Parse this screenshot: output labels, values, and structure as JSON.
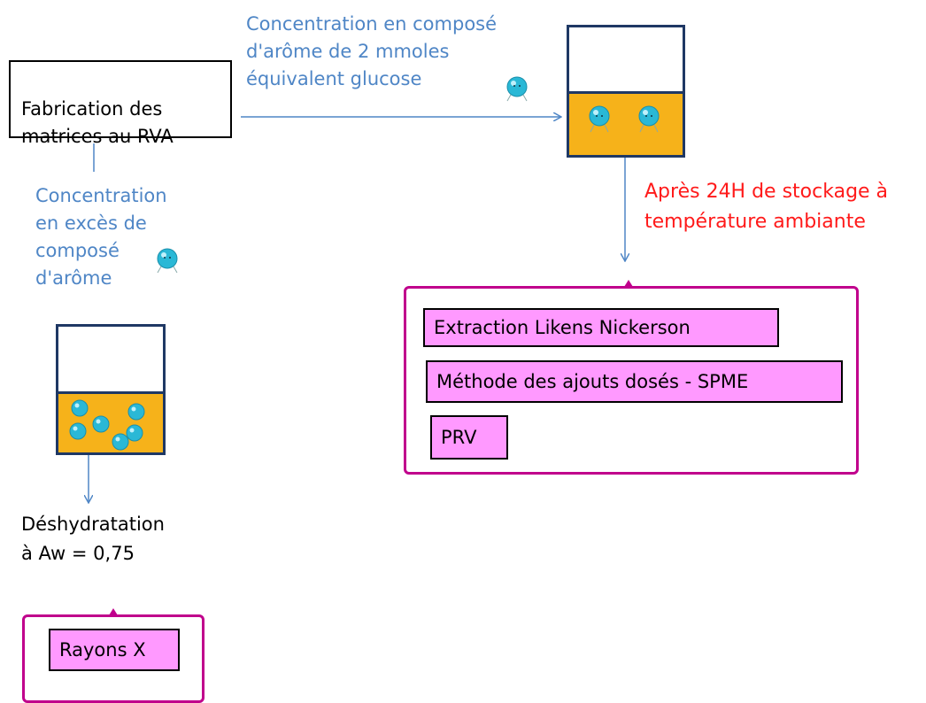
{
  "start_box": {
    "label": "Fabrication des\nmatrices au RVA"
  },
  "top_conc": {
    "text": "Concentration en composé\nd'arôme de 2 mmoles\néquivalent glucose"
  },
  "left_conc": {
    "text": "Concentration\nen excès de\ncomposé\nd'arôme"
  },
  "storage": {
    "text": "Après 24H de stockage à\ntempérature ambiante"
  },
  "methods": [
    "Extraction Likens Nickerson",
    "Méthode des ajouts dosés - SPME",
    "PRV"
  ],
  "dehydration": {
    "text": "Déshydratation\nà Aw = 0,75"
  },
  "xray": {
    "label": "Rayons X"
  },
  "colors": {
    "arrow": "#4f86c6",
    "text_blue": "#4f86c6",
    "text_red": "#ff1a1a",
    "liquid": "#f6b21a",
    "molecule": "#2ab8d6",
    "pink_fill": "#ff99ff",
    "frame": "#c0008c",
    "beaker": "#1f3864"
  }
}
